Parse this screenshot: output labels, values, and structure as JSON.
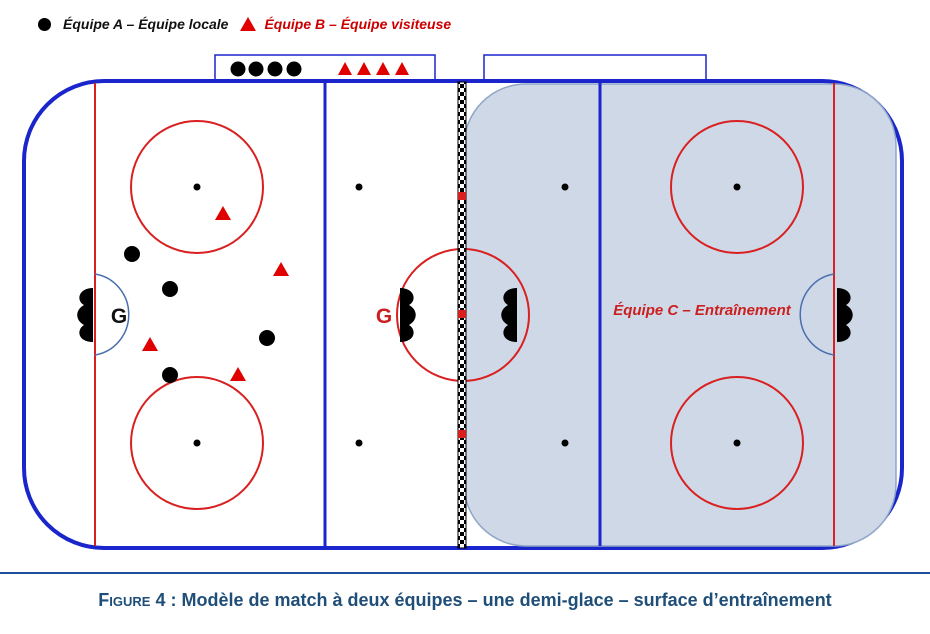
{
  "legend": {
    "team_a": "Équipe A – Équipe locale",
    "team_b": "Équipe B – Équipe visiteuse"
  },
  "rink": {
    "goalie_left_label": "G",
    "goalie_center_label": "G",
    "training_zone_label": "Équipe C – Entraînement"
  },
  "bench": {
    "team_a_players": 4,
    "team_b_players": 4
  },
  "caption": {
    "prefix": "Figure 4",
    "text": " : Modèle de match à deux équipes – une demi-glace – surface d’entraînement"
  },
  "colors": {
    "board_blue": "#1a25cc",
    "red_line": "#d92020",
    "team_a": "#000000",
    "team_b": "#e00000",
    "training_fill": "#cfd8e6",
    "caption_blue": "#1f4e79"
  }
}
